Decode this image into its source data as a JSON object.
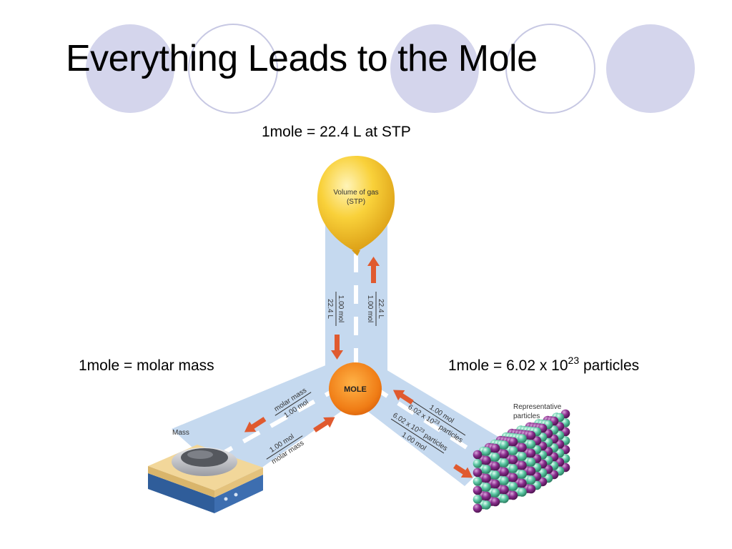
{
  "slide": {
    "title": "Everything Leads to the Mole",
    "captions": {
      "volume": "1mole = 22.4 L at STP",
      "mass": "1mole = molar mass",
      "particles_prefix": "1mole = 6.02 x 10",
      "particles_exponent": "23",
      "particles_suffix": " particles"
    }
  },
  "diagram": {
    "center_label": "MOLE",
    "balloon_line1": "Volume of gas",
    "balloon_line2": "(STP)",
    "mass_label": "Mass",
    "particles_line1": "Representative",
    "particles_line2": "particles",
    "vertical": {
      "down_top": "1.00 mol",
      "down_bottom": "22.4 L",
      "up_top": "22.4 L",
      "up_bottom": "1.00 mol"
    },
    "left": {
      "outgoing_top": "molar mass",
      "outgoing_bottom": "1.00 mol",
      "incoming_top": "1.00 mol",
      "incoming_bottom": "molar mass"
    },
    "right": {
      "incoming_top": "1.00 mol",
      "incoming_bottom_prefix": "6.02 x 10",
      "incoming_bottom_exp": "23",
      "incoming_bottom_suffix": " particles",
      "outgoing_top_prefix": "6.02 x 10",
      "outgoing_top_exp": "23",
      "outgoing_top_suffix": " particles",
      "outgoing_bottom": "1.00 mol"
    }
  },
  "colors": {
    "decor_circle_fill": "#d4d5ec",
    "decor_circle_stroke": "#c7c8e3",
    "road": "#c5d9ef",
    "arrow": "#e05a2f",
    "balloon": "#f7c82c",
    "mole_core": "#f07d16",
    "scale_base": "#3d6eb0",
    "scale_top": "#f2d79a",
    "sphere_purple": "#8a2e8d",
    "sphere_green": "#5cc7a4"
  }
}
